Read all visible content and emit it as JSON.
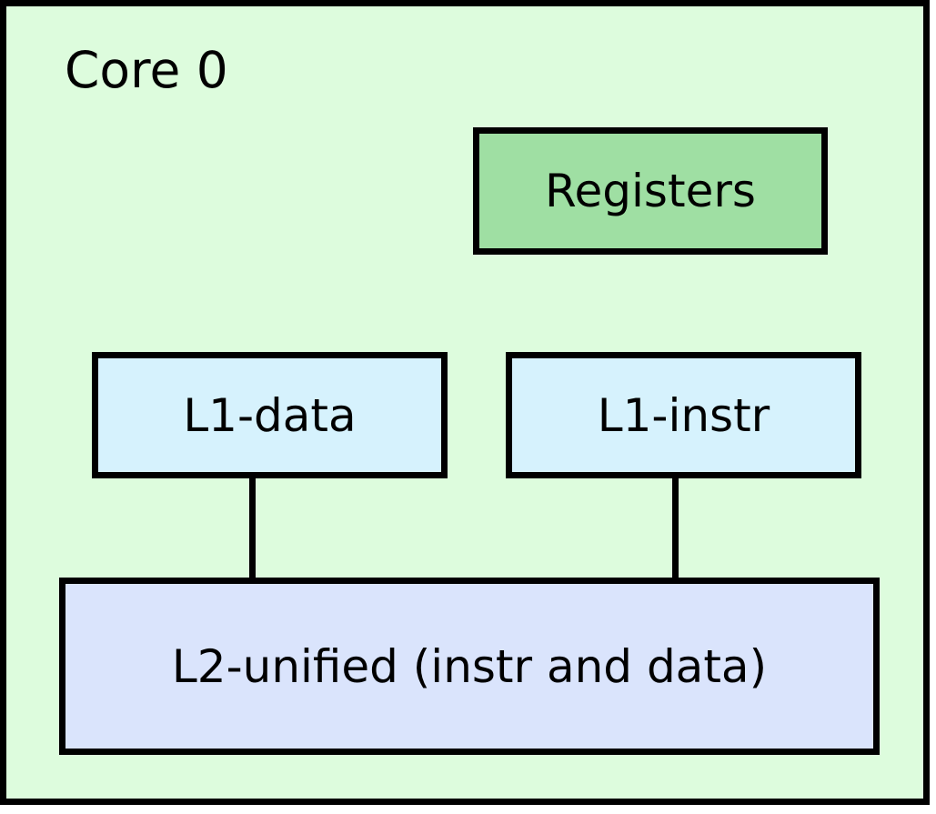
{
  "diagram": {
    "title": "Core 0",
    "type": "block-diagram",
    "container": {
      "label": "Core 0",
      "fill_color": "#ddfcdd",
      "border_color": "#000000"
    },
    "blocks": [
      {
        "id": "registers",
        "label": "Registers",
        "fill_color": "#9fdfa3",
        "border_color": "#000000"
      },
      {
        "id": "l1-data",
        "label": "L1-data",
        "fill_color": "#d6f2fd",
        "border_color": "#000000"
      },
      {
        "id": "l1-instr",
        "label": "L1-instr",
        "fill_color": "#d6f2fd",
        "border_color": "#000000"
      },
      {
        "id": "l2-unified",
        "label": "L2-unified (instr and data)",
        "fill_color": "#dae4fc",
        "border_color": "#000000"
      }
    ],
    "connections": [
      {
        "id": "l1-data-to-l2",
        "from": "l1-data",
        "to": "l2-unified"
      },
      {
        "id": "l1-instr-to-l2",
        "from": "l1-instr",
        "to": "l2-unified"
      }
    ]
  }
}
